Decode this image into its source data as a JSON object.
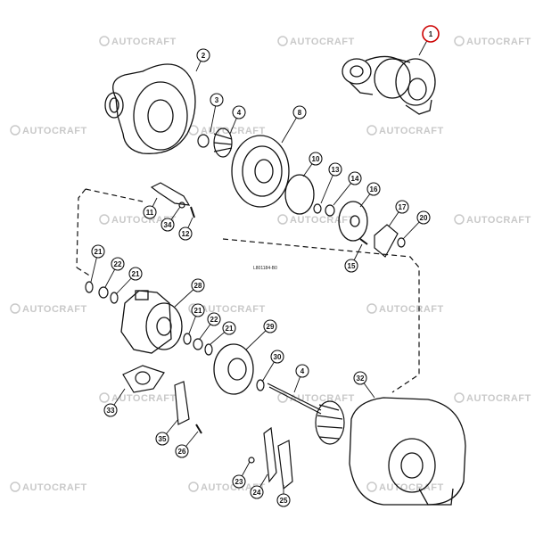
{
  "watermark": {
    "text": "AUTOCRAFT",
    "color": "#c9c9c9"
  },
  "drawing_reference": "L801184-B0",
  "highlight_color": "#cc0000",
  "callouts": [
    {
      "label": "1",
      "highlighted": true
    },
    {
      "label": "2"
    },
    {
      "label": "3"
    },
    {
      "label": "4"
    },
    {
      "label": "8"
    },
    {
      "label": "10"
    },
    {
      "label": "13"
    },
    {
      "label": "14"
    },
    {
      "label": "16"
    },
    {
      "label": "17"
    },
    {
      "label": "20"
    },
    {
      "label": "15"
    },
    {
      "label": "11"
    },
    {
      "label": "34"
    },
    {
      "label": "12"
    },
    {
      "label": "21"
    },
    {
      "label": "22"
    },
    {
      "label": "21"
    },
    {
      "label": "28"
    },
    {
      "label": "21"
    },
    {
      "label": "22"
    },
    {
      "label": "21"
    },
    {
      "label": "29"
    },
    {
      "label": "30"
    },
    {
      "label": "4"
    },
    {
      "label": "32"
    },
    {
      "label": "33"
    },
    {
      "label": "35"
    },
    {
      "label": "26"
    },
    {
      "label": "23"
    },
    {
      "label": "24"
    },
    {
      "label": "25"
    }
  ]
}
